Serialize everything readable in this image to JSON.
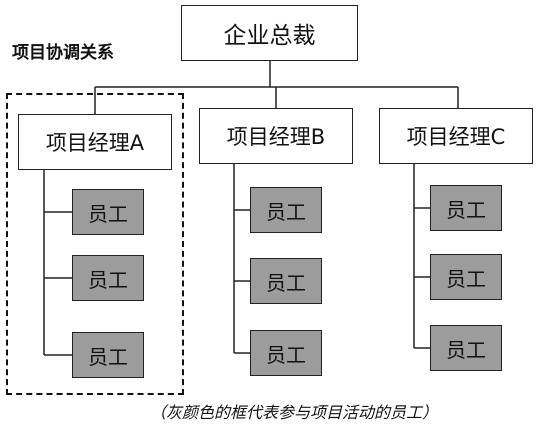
{
  "chart": {
    "root": {
      "label": "企业总裁"
    },
    "coordination_group": {
      "label": "项目协调关系"
    },
    "managers": [
      {
        "label": "项目经理A",
        "employees": [
          "员工",
          "员工",
          "员工"
        ]
      },
      {
        "label": "项目经理B",
        "employees": [
          "员工",
          "员工",
          "员工"
        ]
      },
      {
        "label": "项目经理C",
        "employees": [
          "员工",
          "员工",
          "员工"
        ]
      }
    ],
    "caption": "（灰颜色的框代表参与项目活动的员工）"
  },
  "colors": {
    "line": "#222222",
    "employee_fill": "#9c9c9c",
    "box_fill": "#ffffff"
  }
}
